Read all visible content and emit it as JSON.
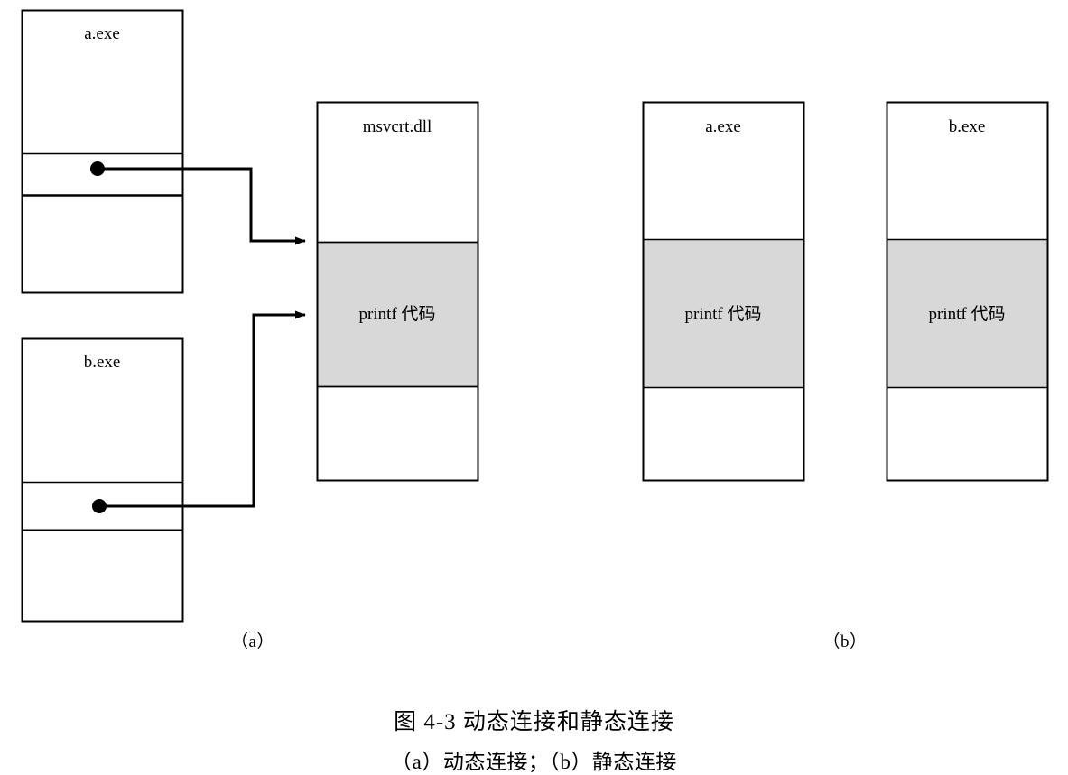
{
  "figure": {
    "caption_main": "图 4-3 动态连接和静态连接",
    "caption_sub": "（a）动态连接；（b）静态连接",
    "subfigure_a_label": "（a）",
    "subfigure_b_label": "（b）",
    "shaded_fill": "#d8d8d8",
    "line_color": "#000000",
    "background": "#ffffff"
  },
  "panel_a": {
    "boxes": [
      {
        "title": "a.exe",
        "pointer_label": ""
      },
      {
        "title": "b.exe",
        "pointer_label": ""
      }
    ],
    "library_box": {
      "title": "msvcrt.dll",
      "shaded_segment_label": "printf 代码"
    }
  },
  "panel_b": {
    "boxes": [
      {
        "title": "a.exe",
        "shaded_segment_label": "printf 代码"
      },
      {
        "title": "b.exe",
        "shaded_segment_label": "printf 代码"
      }
    ]
  }
}
